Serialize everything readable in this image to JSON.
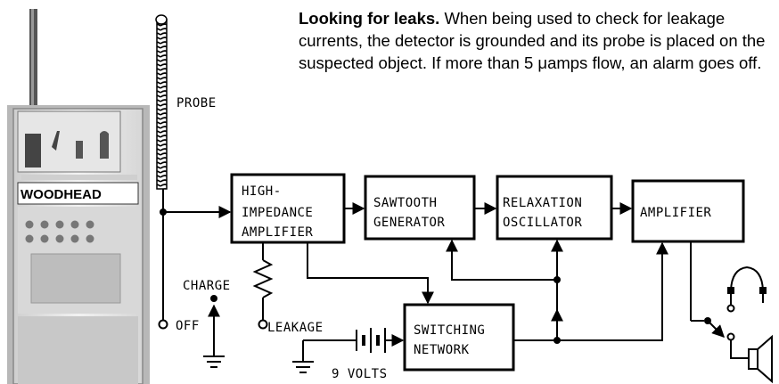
{
  "caption": {
    "lead": "Looking for leaks.",
    "body": " When being used to check for leakage currents, the detector is grounded and its probe is placed on the suspected object. If more than 5 μamps flow, an alarm goes off."
  },
  "device": {
    "brand": "WOODHEAD"
  },
  "labels": {
    "probe": "PROBE",
    "charge": "CHARGE",
    "off": "OFF",
    "leakage": "LEAKAGE",
    "volts": "9 VOLTS"
  },
  "blocks": {
    "hia": [
      "HIGH-",
      "IMPEDANCE",
      "AMPLIFIER"
    ],
    "saw": [
      "SAWTOOTH",
      "GENERATOR"
    ],
    "rel": [
      "RELAXATION",
      "OSCILLATOR"
    ],
    "amp": [
      "AMPLIFIER"
    ],
    "sw": [
      "SWITCHING",
      "NETWORK"
    ]
  }
}
